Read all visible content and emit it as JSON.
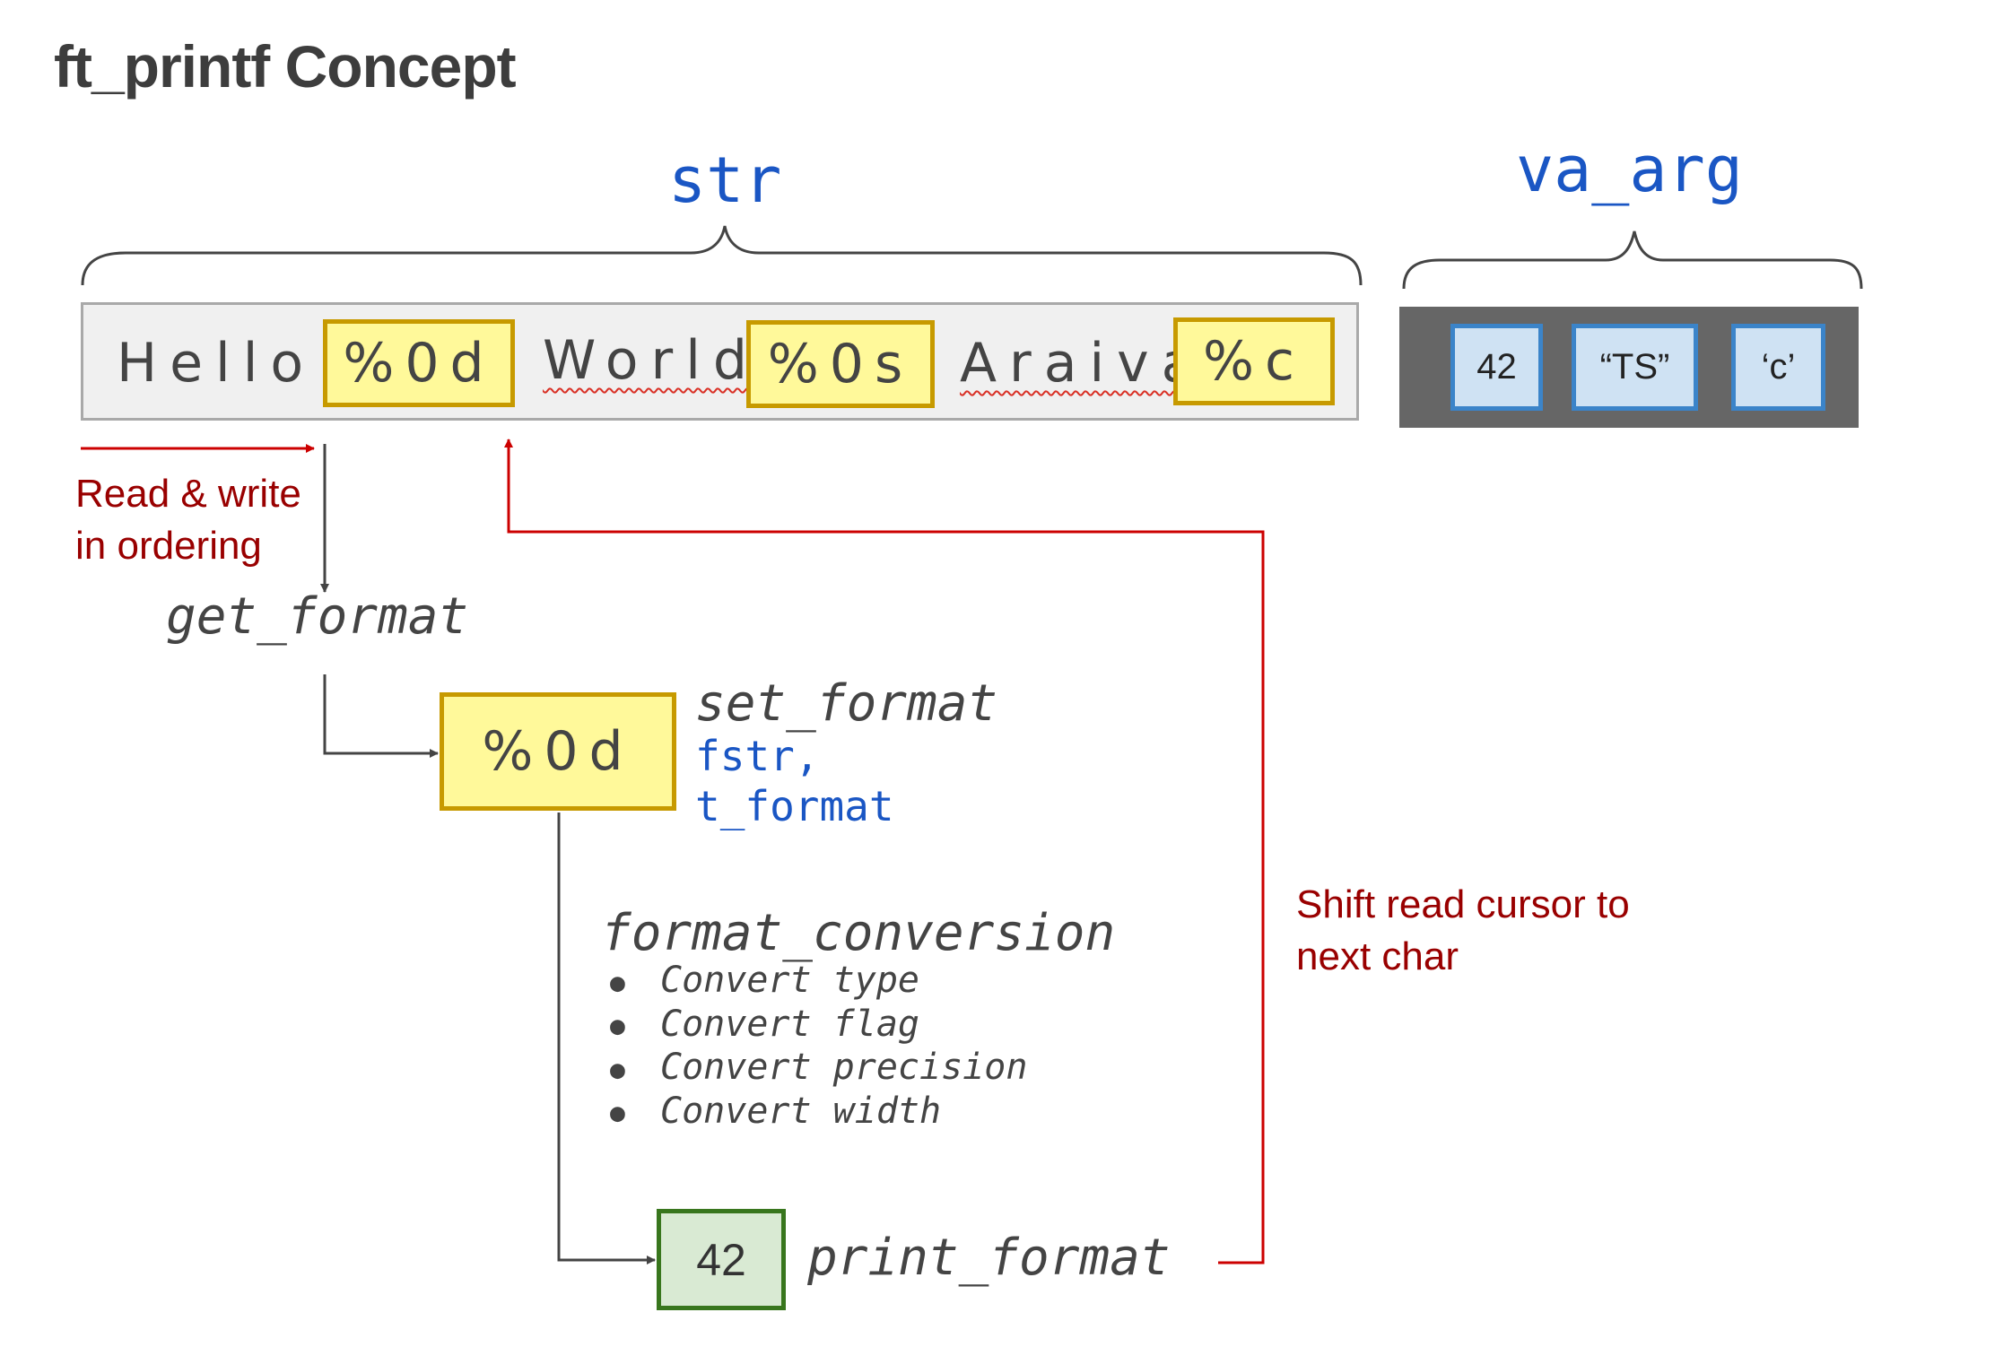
{
  "title": "ft_printf Concept",
  "labels": {
    "str": "str",
    "va_arg": "va_arg"
  },
  "str_segments": [
    {
      "text": "Hello",
      "kind": "plain"
    },
    {
      "text": "%0d",
      "kind": "format"
    },
    {
      "text": "World",
      "kind": "plain"
    },
    {
      "text": "%0s",
      "kind": "format"
    },
    {
      "text": "Araiva",
      "kind": "plain"
    },
    {
      "text": "%c",
      "kind": "format"
    }
  ],
  "va_args": [
    "42",
    "“TS”",
    "‘c’"
  ],
  "annotations": {
    "read_write": [
      "Read & write",
      "in ordering"
    ],
    "shift_cursor": [
      "Shift read cursor to",
      "next char"
    ]
  },
  "functions": {
    "get_format": "get_format",
    "set_format": "set_format",
    "set_format_params": [
      "fstr,",
      "t_format"
    ],
    "format_conversion": "format_conversion",
    "conversion_steps": [
      "Convert type",
      "Convert flag",
      "Convert precision",
      "Convert width"
    ],
    "print_format": "print_format"
  },
  "current_format": "%0d",
  "output_value": "42",
  "colors": {
    "format_fill": "#fff99a",
    "format_border": "#c79a00",
    "arg_fill": "#cfe2f3",
    "arg_border": "#3b84c9",
    "output_fill": "#d9ead3",
    "output_border": "#38761d",
    "code_blue": "#1a56c4",
    "annotation_red": "#990000"
  }
}
